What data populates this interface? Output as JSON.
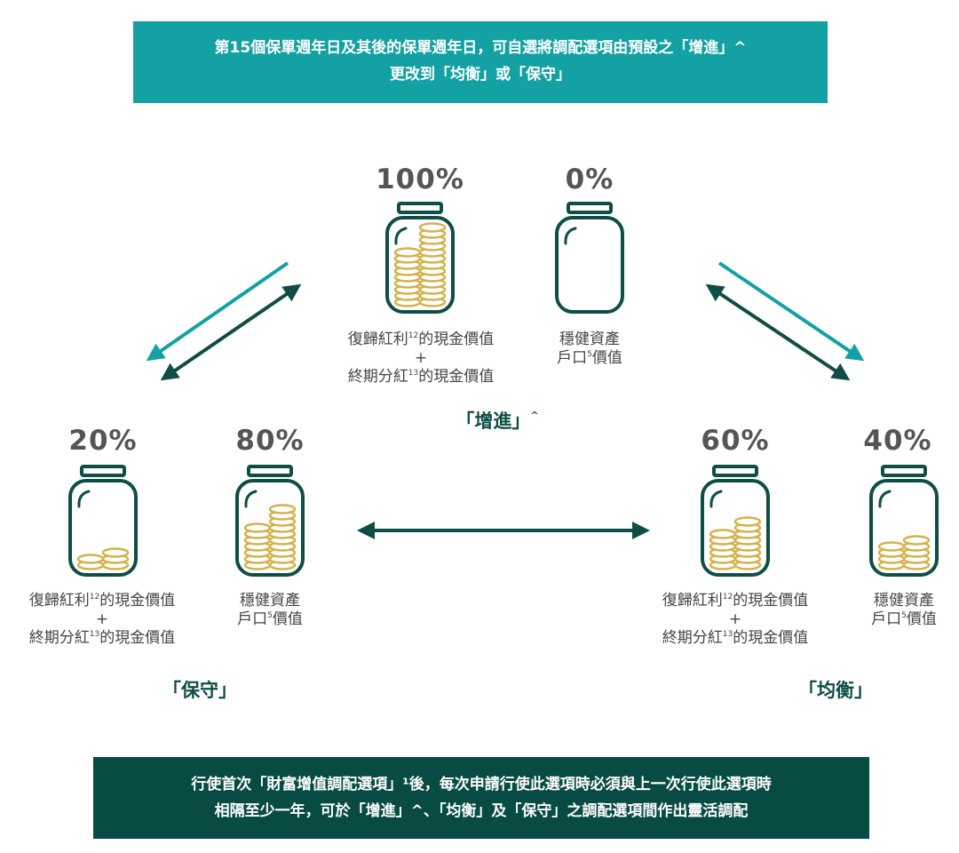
{
  "top_banner": {
    "line1": "第15個保單週年日及其後的保單週年日，可自選將調配選項由預設之「增進」^",
    "line2": "更改到「均衡」或「保守」"
  },
  "growth": {
    "name": "「增進」",
    "mark": "^",
    "jar1_pct": "100%",
    "jar2_pct": "0%",
    "jar1_label": {
      "l1a": "復歸紅利",
      "l1sup": "12",
      "l1b": "的現金價值",
      "plus": "+",
      "l3a": "終期分紅",
      "l3sup": "13",
      "l3b": "的現金價值"
    },
    "jar2_label": {
      "l1": "穩健資產",
      "l2a": "戶口",
      "l2sup": "5",
      "l2b": "價值"
    },
    "jar1_fill": 1.0,
    "jar2_fill": 0.0
  },
  "conservative": {
    "name": "「保守」",
    "jar1_pct": "20%",
    "jar2_pct": "80%",
    "jar1_label": {
      "l1a": "復歸紅利",
      "l1sup": "12",
      "l1b": "的現金價值",
      "plus": "+",
      "l3a": "終期分紅",
      "l3sup": "13",
      "l3b": "的現金價值"
    },
    "jar2_label": {
      "l1": "穩健資產",
      "l2a": "戶口",
      "l2sup": "5",
      "l2b": "價值"
    },
    "jar1_fill": 0.2,
    "jar2_fill": 0.8
  },
  "balanced": {
    "name": "「均衡」",
    "jar1_pct": "60%",
    "jar2_pct": "40%",
    "jar1_label": {
      "l1a": "復歸紅利",
      "l1sup": "12",
      "l1b": "的現金價值",
      "plus": "+",
      "l3a": "終期分紅",
      "l3sup": "13",
      "l3b": "的現金價值"
    },
    "jar2_label": {
      "l1": "穩健資產",
      "l2a": "戶口",
      "l2sup": "5",
      "l2b": "價值"
    },
    "jar1_fill": 0.6,
    "jar2_fill": 0.4
  },
  "bottom_banner": {
    "line1": "行使首次「財富增值調配選項」¹後，每次申請行使此選項時必須與上一次行使此選項時",
    "line2": "相隔至少一年，可於「增進」^、「均衡」及「保守」之調配選項間作出靈活調配"
  },
  "colors": {
    "teal": "#13a1a3",
    "dark_green": "#084b43",
    "coin_gold": "#d4b24c",
    "jar_outline": "#0e4e45"
  }
}
